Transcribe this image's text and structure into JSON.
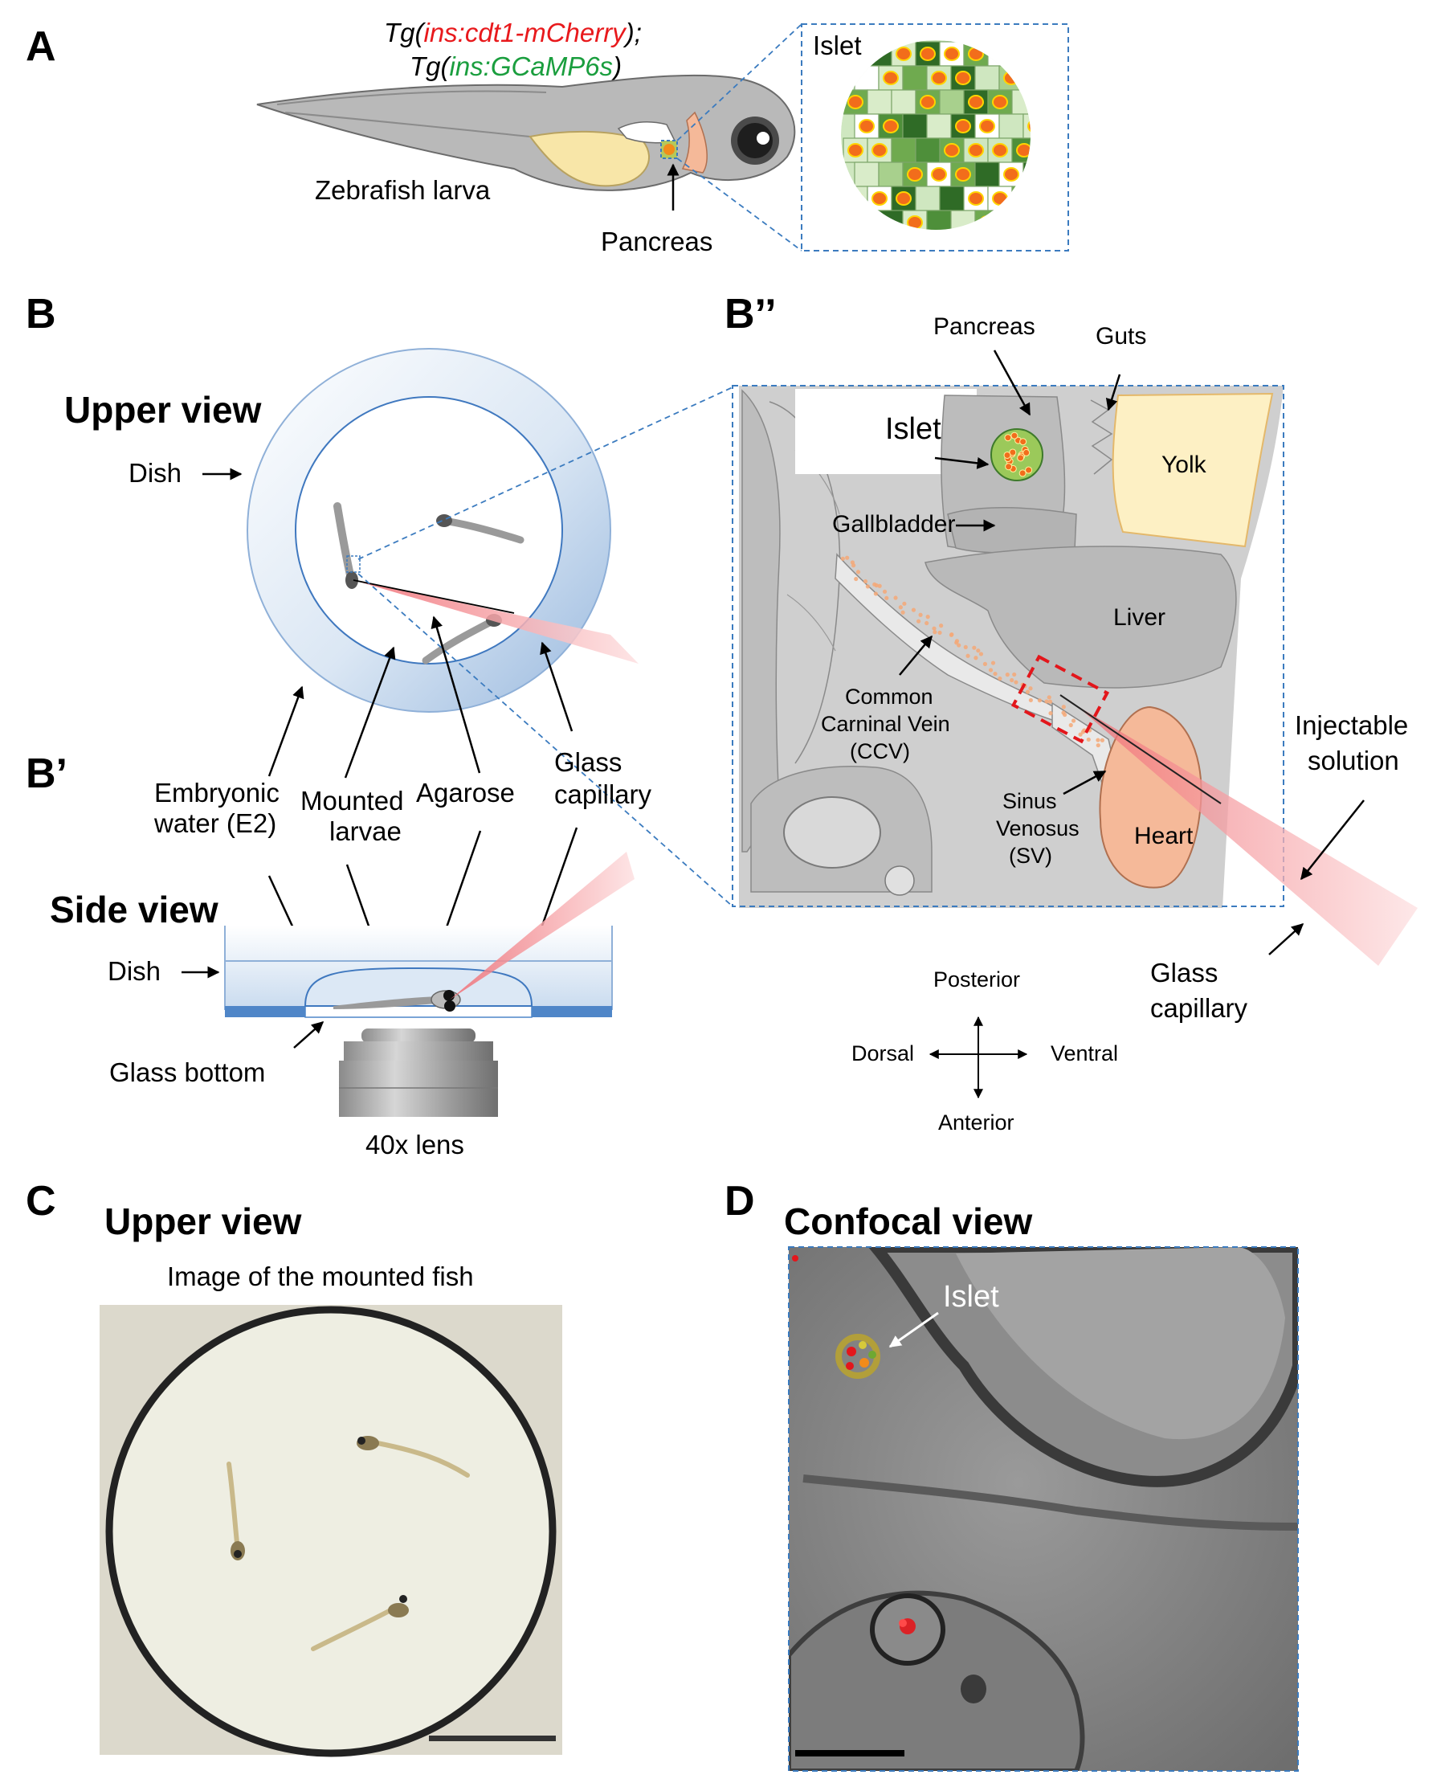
{
  "panel_letters": {
    "A": "A",
    "B": "B",
    "B_double_prime": "B’’",
    "B_prime": "B’",
    "C": "C",
    "D": "D"
  },
  "panel_a": {
    "transgene_line1": {
      "prefix": "Tg(",
      "gene": "ins:cdt1-mCherry",
      "suffix": ");"
    },
    "transgene_line2": {
      "prefix": "Tg(",
      "gene": "ins:GCaMP6s",
      "suffix": ")"
    },
    "larva_label": "Zebrafish larva",
    "pancreas_label": "Pancreas",
    "islet_label": "Islet"
  },
  "panel_b": {
    "upper_view_title": "Upper view",
    "dish_label": "Dish",
    "labels": {
      "embryonic_water_line1": "Embryonic",
      "embryonic_water_line2": "water (E2)",
      "mounted_larvae_line1": "Mounted",
      "mounted_larvae_line2": "larvae",
      "agarose": "Agarose",
      "glass_capillary_line1": "Glass",
      "glass_capillary_line2": "capillary"
    }
  },
  "panel_b_prime": {
    "side_view_title": "Side view",
    "dish_label": "Dish",
    "glass_bottom_label": "Glass bottom",
    "lens_label": "40x lens"
  },
  "panel_b_double_prime": {
    "pancreas": "Pancreas",
    "guts": "Guts",
    "islet": "Islet",
    "yolk": "Yolk",
    "gallbladder": "Gallbladder",
    "liver": "Liver",
    "ccv_line1": "Common",
    "ccv_line2": "Carninal Vein",
    "ccv_line3": "(CCV)",
    "sv_line1": "Sinus",
    "sv_line2": "Venosus",
    "sv_line3": "(SV)",
    "heart": "Heart",
    "injectable_line1": "Injectable",
    "injectable_line2": "solution",
    "capillary_line1": "Glass",
    "capillary_line2": "capillary",
    "axis": {
      "posterior": "Posterior",
      "anterior": "Anterior",
      "dorsal": "Dorsal",
      "ventral": "Ventral"
    }
  },
  "panel_c": {
    "title": "Upper view",
    "subtitle": "Image of the mounted fish"
  },
  "panel_d": {
    "title": "Confocal view",
    "islet_label": "Islet"
  },
  "colors": {
    "mcherry_red": "#e8191c",
    "gcamp_green": "#1a9e3e",
    "dish_blue": "#9ab9dd",
    "dish_edge": "#3f78bf",
    "capillary_pink": "#f8b7ba",
    "heart_orange": "#f5b999",
    "yolk_cream": "#fdf0c4",
    "tissue_gray": "#c8c8c8",
    "dashed_box_blue": "#3b7bbf",
    "red_box": "#e3161b",
    "orange_nucleus": "#f26d1b"
  }
}
